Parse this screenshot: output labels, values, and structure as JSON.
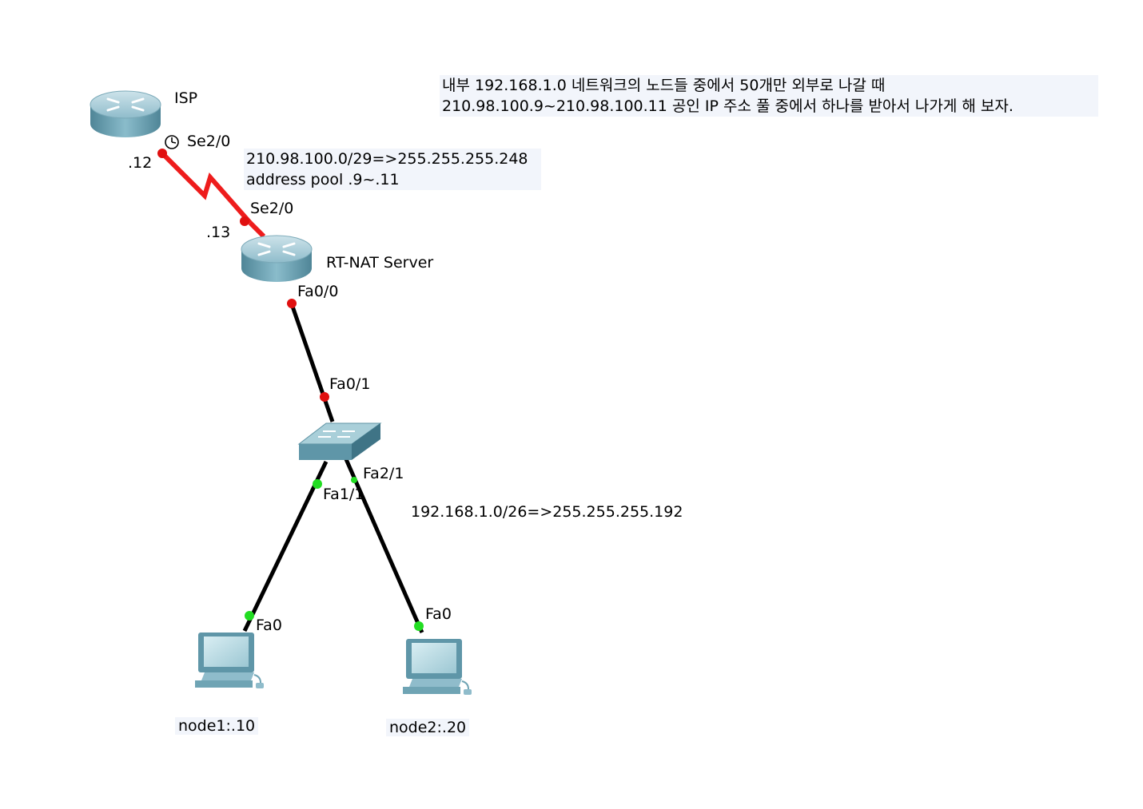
{
  "notes": {
    "top_line1": "내부 192.168.1.0 네트워크의 노드들 중에서 50개만 외부로 나갈 때",
    "top_line2": "210.98.100.9~210.98.100.11 공인 IP 주소 풀 중에서 하나를 받아서 나가게 해 보자.",
    "wan_line1": "210.98.100.0/29=>255.255.255.248",
    "wan_line2": "address pool .9~.11",
    "lan": "192.168.1.0/26=>255.255.255.192"
  },
  "devices": {
    "isp": "ISP",
    "rt_nat": "RT-NAT Server",
    "node1": "node1:.10",
    "node2": "node2:.20"
  },
  "ports": {
    "isp_se": "Se2/0",
    "isp_ip": ".12",
    "nat_se": "Se2/0",
    "nat_ip": ".13",
    "nat_fa": "Fa0/0",
    "sw_fa01": "Fa0/1",
    "sw_fa21": "Fa2/1",
    "sw_fa11": "Fa1/1",
    "node1_fa": "Fa0",
    "node2_fa": "Fa0"
  },
  "colors": {
    "serial_link": "#ee1c1c",
    "ethernet_link": "#000000",
    "link_down": "#e01010",
    "link_up": "#22dd22",
    "device_body": "#6fa4b4"
  }
}
